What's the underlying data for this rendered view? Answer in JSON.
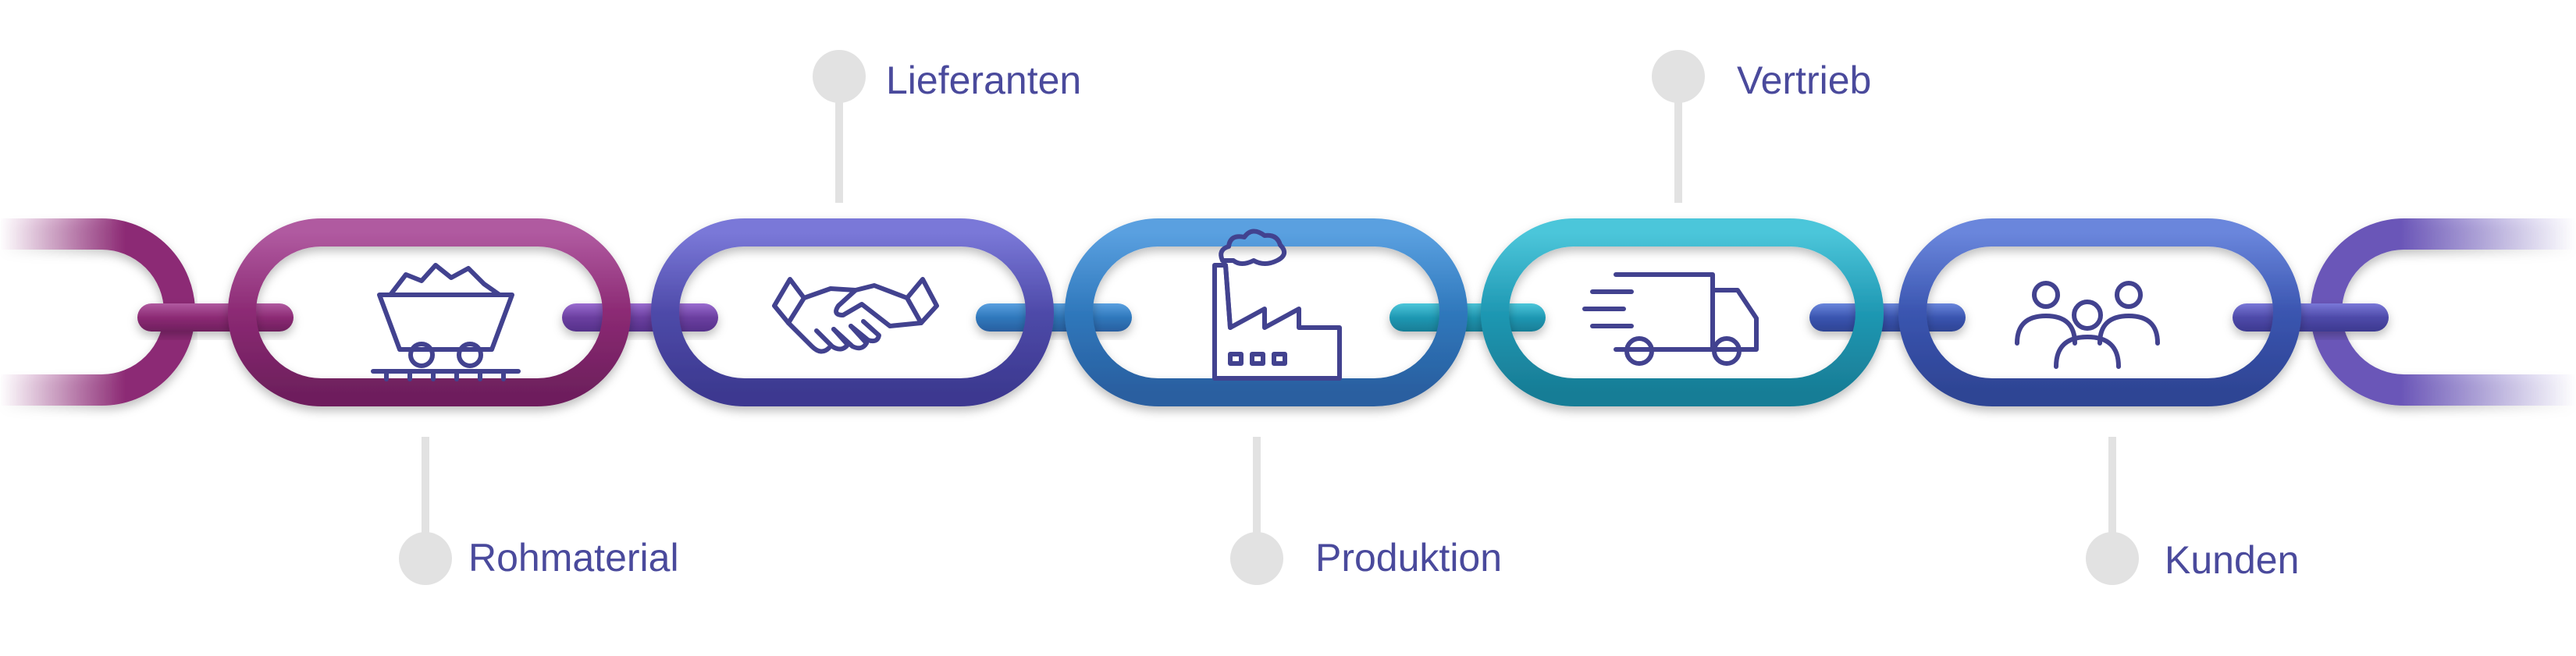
{
  "diagram": {
    "type": "supply-chain",
    "colors": {
      "magenta": "#8c2a74",
      "purple": "#6b3fa0",
      "indigo": "#4e4aa9",
      "blue": "#3a6fbc",
      "teal": "#2497b3",
      "icon_stroke": "#42428f",
      "label_text": "#4a4a9c",
      "connector_gray": "#e2e2e2"
    },
    "stages": [
      {
        "label": "Rohmaterial",
        "icon": "mining-cart-icon",
        "label_position": "bottom"
      },
      {
        "label": "Lieferanten",
        "icon": "handshake-icon",
        "label_position": "top"
      },
      {
        "label": "Produktion",
        "icon": "factory-icon",
        "label_position": "bottom"
      },
      {
        "label": "Vertrieb",
        "icon": "delivery-truck-icon",
        "label_position": "top"
      },
      {
        "label": "Kunden",
        "icon": "customers-icon",
        "label_position": "bottom"
      }
    ]
  }
}
